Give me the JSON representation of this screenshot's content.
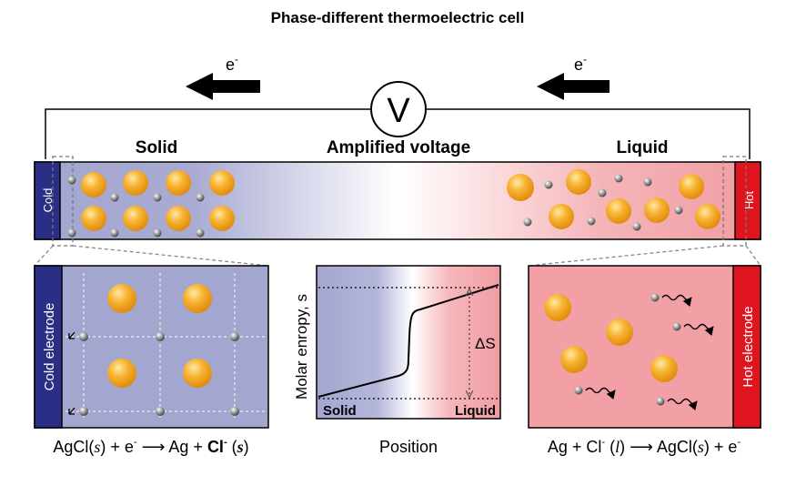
{
  "title": "Phase-different thermoelectric cell",
  "electron_label_left": "e",
  "electron_label_right": "e",
  "electron_superscript": "-",
  "voltmeter_label": "V",
  "phase_solid": "Solid",
  "phase_liquid": "Liquid",
  "amplified_voltage": "Amplified voltage",
  "cold_label": "Cold",
  "hot_label": "Hot",
  "cold_electrode_label": "Cold electrode",
  "hot_electrode_label": "Hot electrode",
  "graph": {
    "ylabel": "Molar enropy, s",
    "xlabel": "Position",
    "solid_label": "Solid",
    "liquid_label": "Liquid",
    "delta_label": "ΔS"
  },
  "eq_left": {
    "p1": "AgCl(",
    "s1": "s",
    "p2": ") + e",
    "sup1": "-",
    "arrow": " ⟶ Ag + ",
    "bold": "Cl",
    "sup2": "-",
    "p3": " (",
    "s2": "s",
    "p4": ")"
  },
  "eq_right": {
    "p1": "Ag + Cl",
    "sup1": "-",
    "p2": " (",
    "l1": "l",
    "p3": ") ⟶ AgCl(",
    "s1": "s",
    "p4": ") + e",
    "sup2": "-"
  },
  "colors": {
    "cold_blue": "#2a2e84",
    "hot_red": "#e0141e",
    "solid_lavender": "#a3a6cf",
    "liquid_pink": "#f2a0a6",
    "particle_orange": "#f2a323",
    "ion_gray": "#8a8a8a"
  }
}
